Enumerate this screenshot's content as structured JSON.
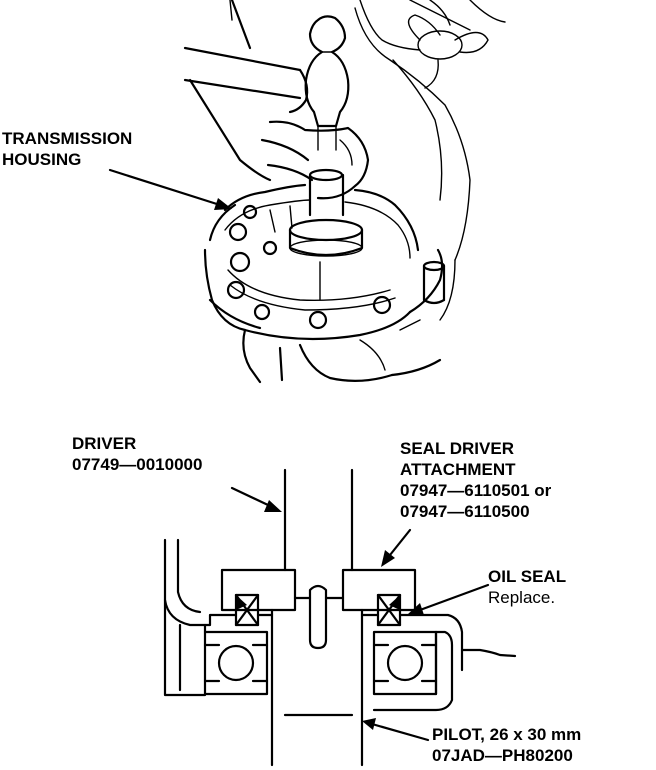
{
  "labels": {
    "transmission_housing": [
      "TRANSMISSION",
      "HOUSING"
    ],
    "driver": [
      "DRIVER",
      "07749—0010000"
    ],
    "seal_driver_attachment": [
      "SEAL DRIVER",
      "ATTACHMENT",
      "07947—6110501 or",
      "07947—6110500"
    ],
    "oil_seal": {
      "name": "OIL SEAL",
      "note": "Replace."
    },
    "pilot": [
      "PILOT, 26 x 30 mm",
      "07JAD—PH80200"
    ]
  }
}
